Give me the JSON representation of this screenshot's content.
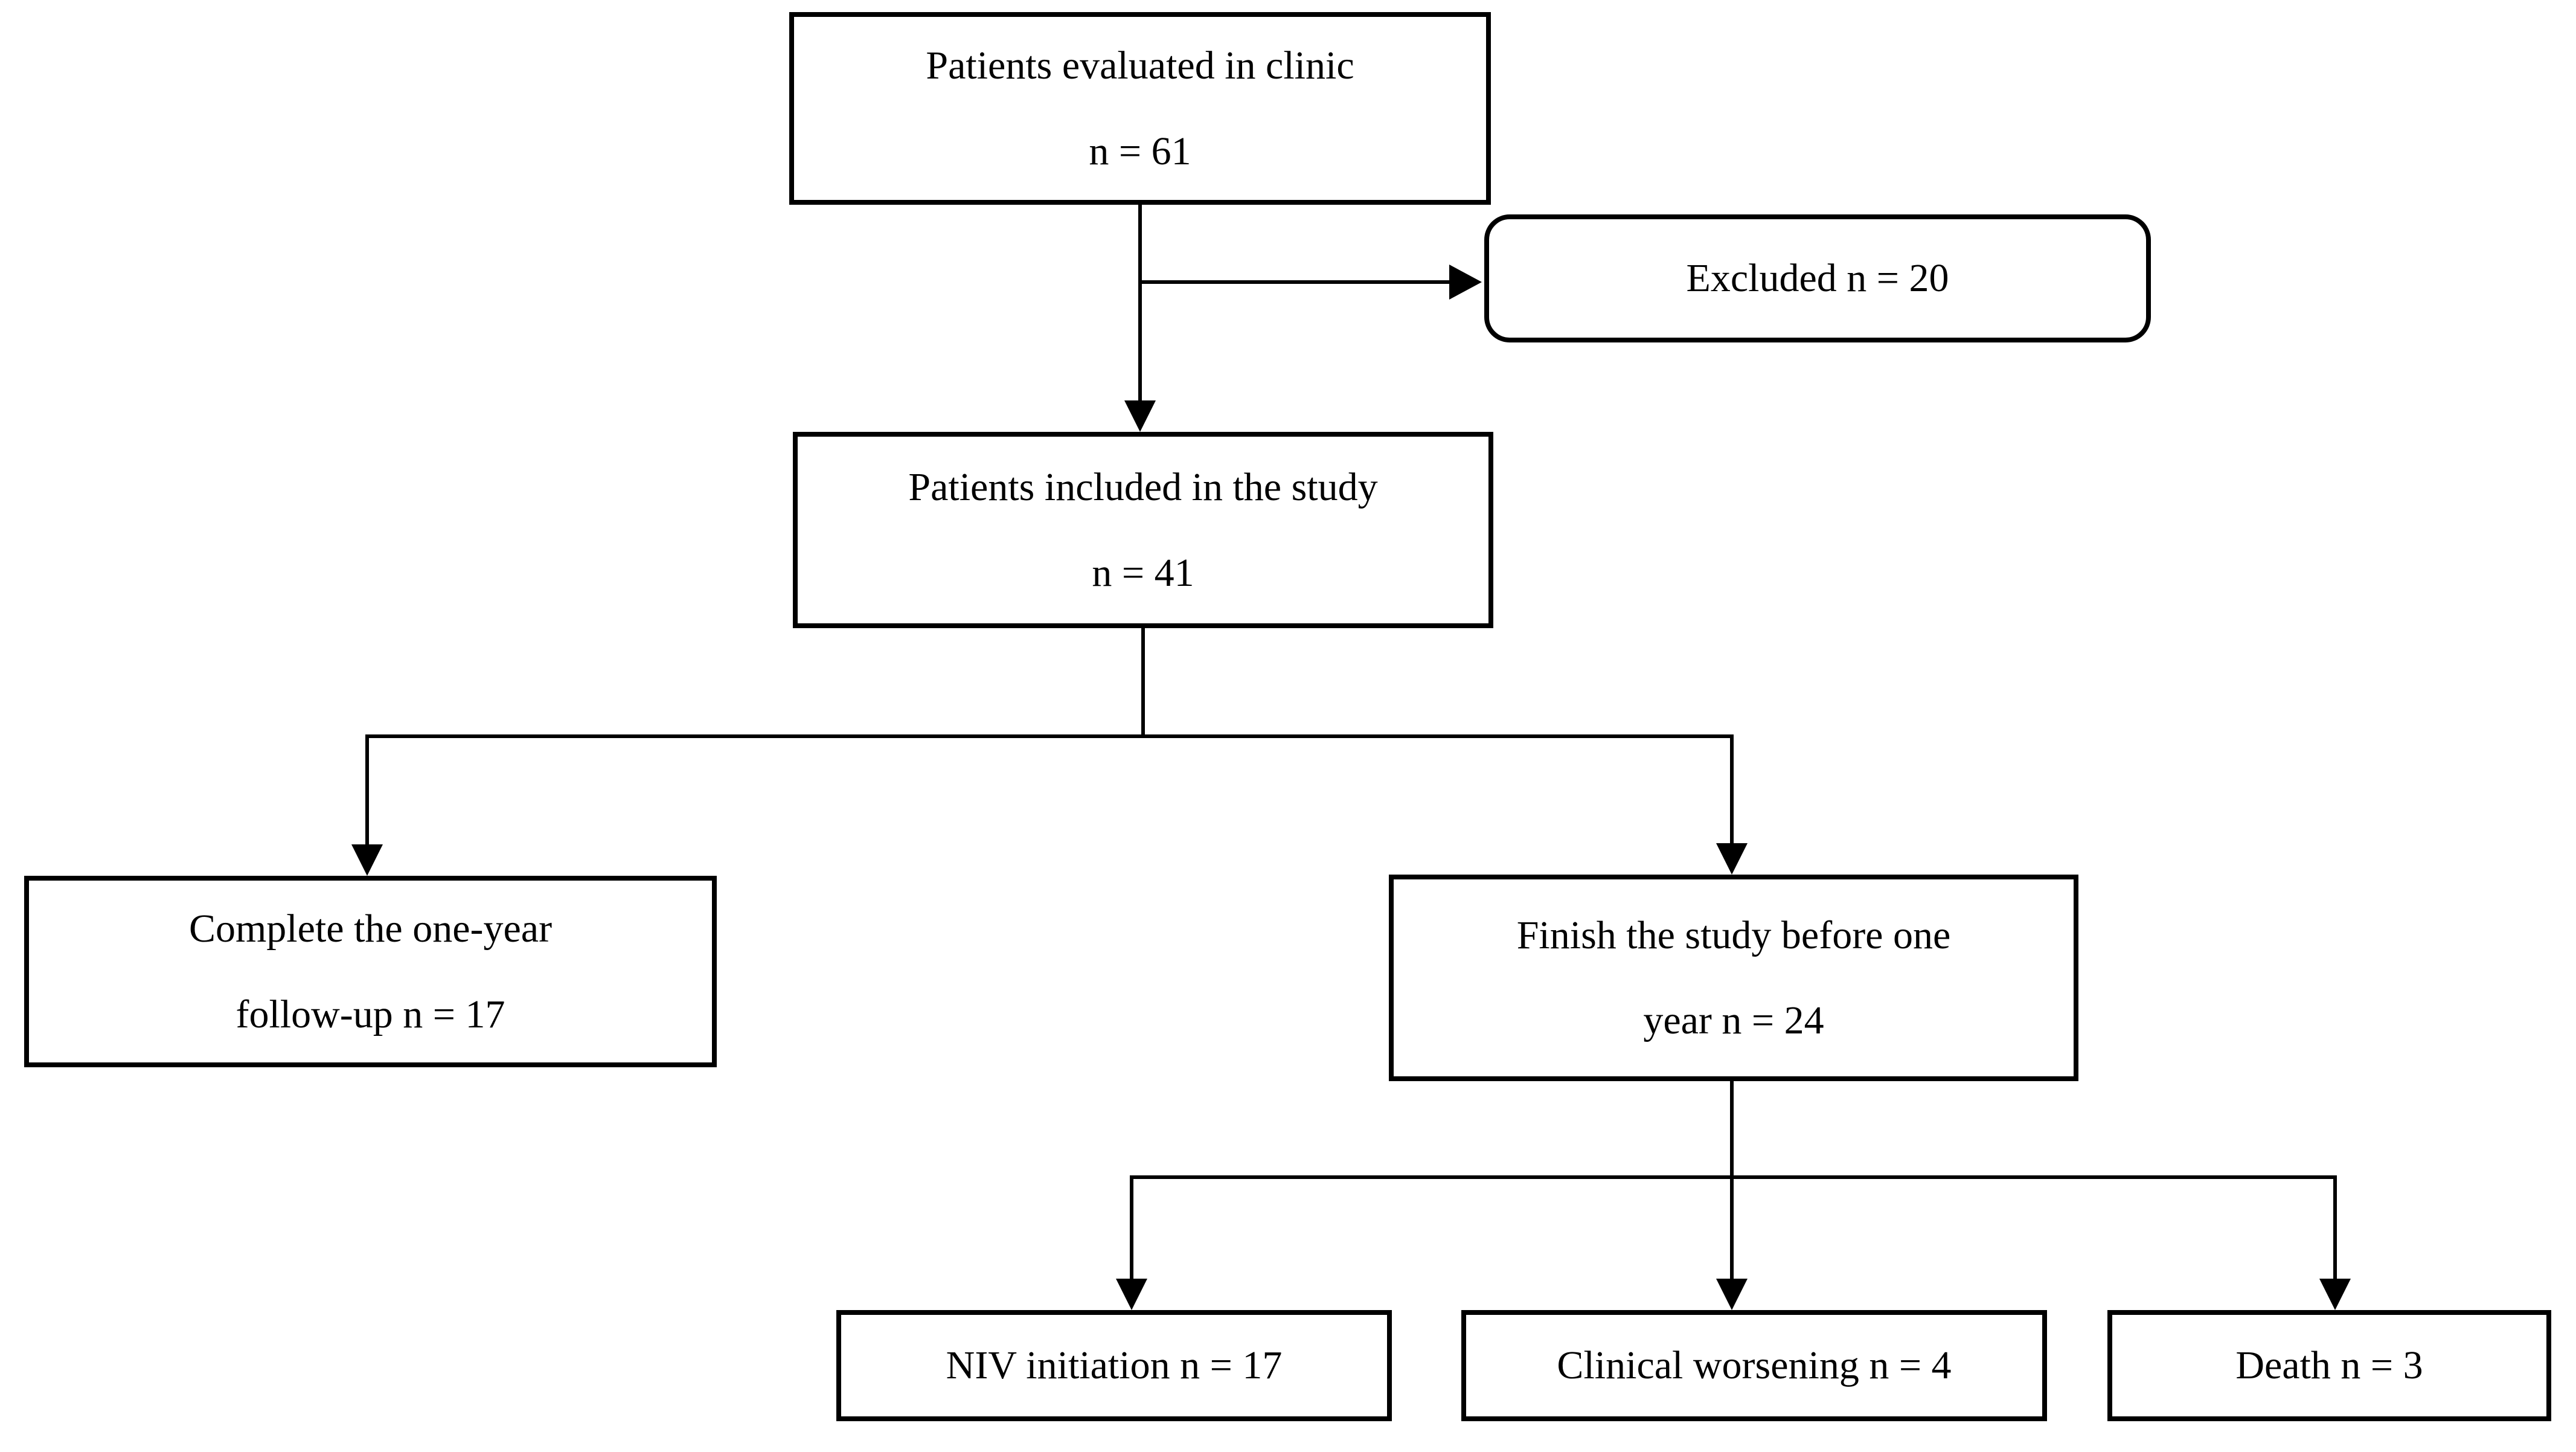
{
  "flowchart": {
    "colors": {
      "line": "#000000",
      "text": "#000000",
      "background": "#ffffff"
    },
    "nodes": {
      "evaluated": {
        "shape": "rect",
        "line1": "Patients evaluated in clinic",
        "line2": "n = 61"
      },
      "excluded": {
        "shape": "rounded",
        "line1": "Excluded n = 20"
      },
      "included": {
        "shape": "rect",
        "line1": "Patients included in the study",
        "line2": "n = 41"
      },
      "complete_followup": {
        "shape": "rect",
        "line1": "Complete the one-year",
        "line2": "follow-up n = 17"
      },
      "finish_before_one_year": {
        "shape": "rect",
        "line1": "Finish the study before one",
        "line2": "year n = 24"
      },
      "niv_initiation": {
        "shape": "rect",
        "line1": "NIV initiation n = 17"
      },
      "clinical_worsening": {
        "shape": "rect",
        "line1": "Clinical worsening n = 4"
      },
      "death": {
        "shape": "rect",
        "line1": "Death n = 3"
      }
    },
    "edges": [
      {
        "from": "evaluated",
        "to": "excluded"
      },
      {
        "from": "evaluated",
        "to": "included"
      },
      {
        "from": "included",
        "to": "complete_followup"
      },
      {
        "from": "included",
        "to": "finish_before_one_year"
      },
      {
        "from": "finish_before_one_year",
        "to": "niv_initiation"
      },
      {
        "from": "finish_before_one_year",
        "to": "clinical_worsening"
      },
      {
        "from": "finish_before_one_year",
        "to": "death"
      }
    ]
  }
}
